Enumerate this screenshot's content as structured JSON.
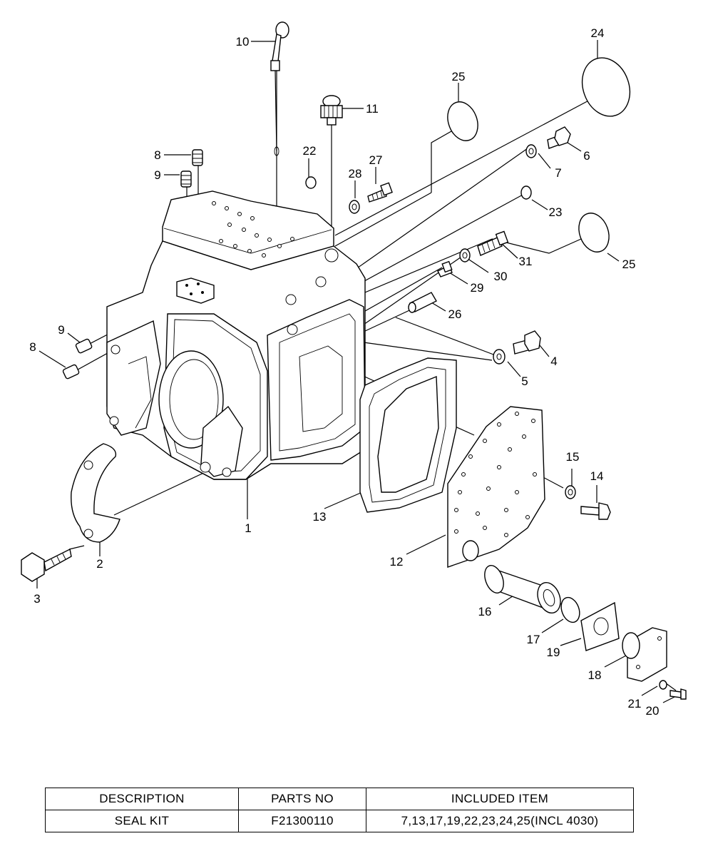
{
  "diagram": {
    "callouts": [
      "1",
      "2",
      "3",
      "4",
      "5",
      "6",
      "7",
      "8",
      "9",
      "10",
      "11",
      "12",
      "13",
      "14",
      "15",
      "16",
      "17",
      "18",
      "19",
      "20",
      "21",
      "22",
      "23",
      "24",
      "25",
      "26",
      "27",
      "28",
      "29",
      "30",
      "31"
    ]
  },
  "table": {
    "headers": {
      "description": "DESCRIPTION",
      "parts_no": "PARTS NO",
      "included_item": "INCLUDED ITEM"
    },
    "rows": [
      {
        "description": "SEAL KIT",
        "parts_no": "F21300110",
        "included_item": "7,13,17,19,22,23,24,25(INCL 4030)"
      }
    ]
  }
}
